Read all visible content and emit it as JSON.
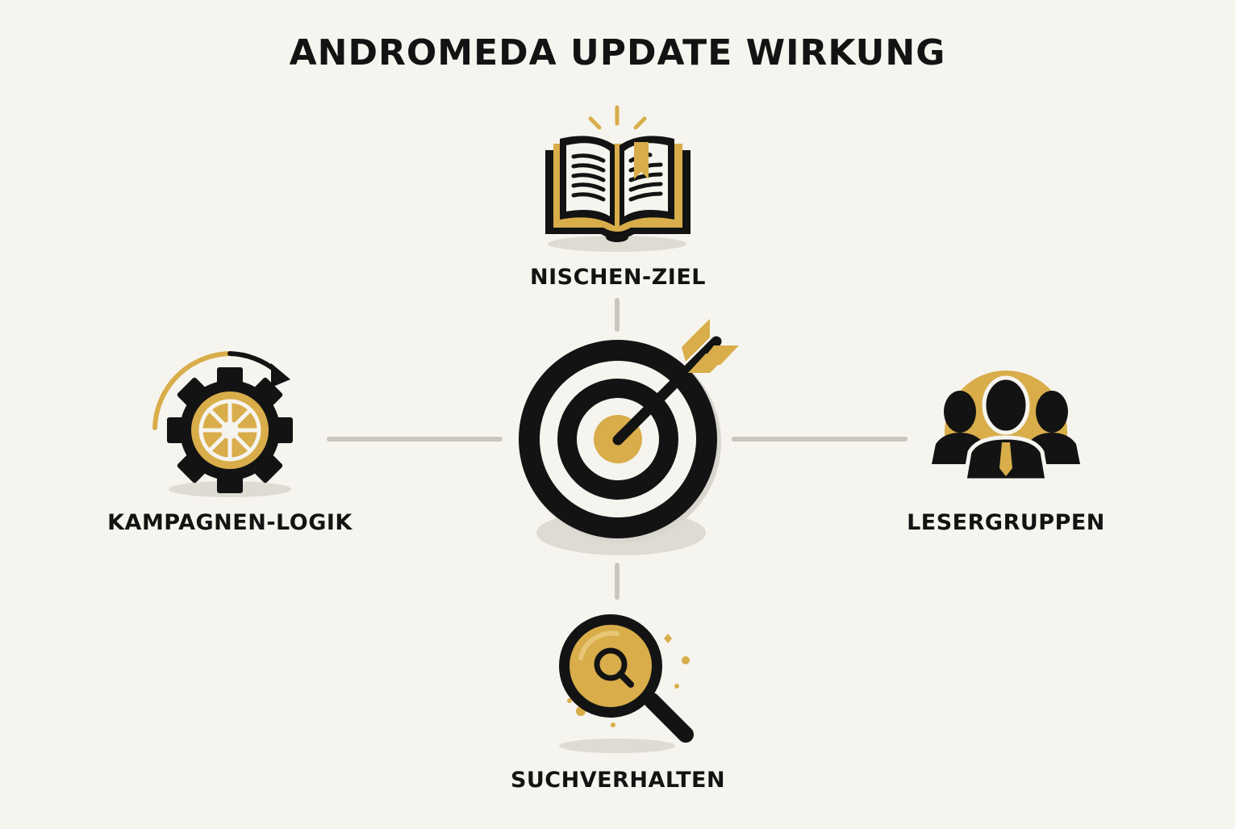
{
  "title": "ANDROMEDA UPDATE WIRKUNG",
  "colors": {
    "background": "#f6f4ee",
    "dark": "#131313",
    "gold": "#d8ad4a",
    "connector": "#c9c6be",
    "shadow": "#d9d6cf"
  },
  "center": {
    "icon": "target-arrow-icon"
  },
  "nodes": {
    "top": {
      "label": "NISCHEN-ZIEL",
      "icon": "open-book-icon"
    },
    "left": {
      "label": "KAMPAGNEN-LOGIK",
      "icon": "gear-cycle-icon"
    },
    "right": {
      "label": "LESERGRUPPEN",
      "icon": "people-group-icon"
    },
    "bottom": {
      "label": "SUCHVERHALTEN",
      "icon": "magnifier-icon"
    }
  }
}
